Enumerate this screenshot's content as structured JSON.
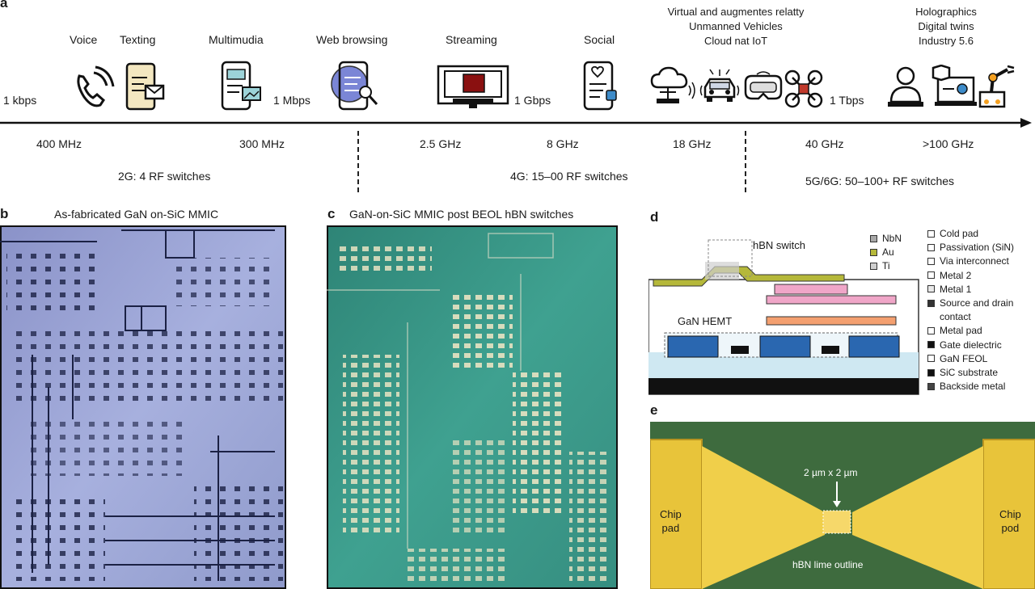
{
  "panel_a": {
    "letter": "a",
    "apps": [
      "Voice",
      "Texting",
      "Multimudia",
      "Web browsing",
      "Streaming",
      "Social"
    ],
    "apps_multiline_1": [
      "Virtual and augmentes relatty",
      "Unmanned Vehicles",
      "Cloud nat IoT"
    ],
    "apps_multiline_2": [
      "Holographics",
      "Digital twins",
      "Industry 5.6"
    ],
    "rates": [
      "1 kbps",
      "1 Mbps",
      "1 Gbps",
      "1 Tbps"
    ],
    "frequencies": [
      "400 MHz",
      "300 MHz",
      "2.5 GHz",
      "8 GHz",
      "18 GHz",
      "40 GHz",
      ">100 GHz"
    ],
    "switch_counts": [
      "2G: 4 RF switches",
      "4G: 15–00 RF switches",
      "5G/6G: 50–100+ RF switches"
    ],
    "icons": [
      "phone-icon",
      "text-message-icon",
      "multimedia-phone-icon",
      "web-browsing-icon",
      "streaming-monitor-icon",
      "social-phone-icon",
      "cloud-iot-icon",
      "vehicle-icon",
      "vr-headset-icon",
      "drone-icon",
      "hologram-person-icon",
      "digital-twin-icon",
      "robot-arm-icon"
    ]
  },
  "panel_b": {
    "letter": "b",
    "title": "As-fabricated GaN on-SiC MMIC"
  },
  "panel_c": {
    "letter": "c",
    "title": "GaN-on-SiC MMIC post BEOL hBN switches"
  },
  "panel_d": {
    "letter": "d",
    "hbn_label": "hBN switch",
    "hemt_label": "GaN HEMT",
    "legend_left": [
      {
        "label": "NbN",
        "color": "#a8a8a8"
      },
      {
        "label": "Au",
        "color": "#b5b83a"
      },
      {
        "label": "Ti",
        "color": "#cfcfcf"
      }
    ],
    "legend_right": [
      {
        "label": "Cold pad",
        "color": "#ffffff"
      },
      {
        "label": "Passivation (SiN)",
        "color": "#ffffff"
      },
      {
        "label": "Via interconnect",
        "color": "#ffffff"
      },
      {
        "label": "Metal 2",
        "color": "#ffffff"
      },
      {
        "label": "Metal 1",
        "color": "#e8e8e8"
      },
      {
        "label": "Source and drain",
        "color": "#333333"
      },
      {
        "label": "contact",
        "color": ""
      },
      {
        "label": "Metal pad",
        "color": "#ffffff"
      },
      {
        "label": "Gate dielectric",
        "color": "#111111"
      },
      {
        "label": "GaN FEOL",
        "color": "#ffffff"
      },
      {
        "label": "SiC substrate",
        "color": "#111111"
      },
      {
        "label": "Backside metal",
        "color": "#444444"
      }
    ]
  },
  "panel_e": {
    "letter": "e",
    "left_pad": [
      "Chip",
      "pad"
    ],
    "right_pad": [
      "Chip",
      "pod"
    ],
    "dimension": "2 µm x 2 µm",
    "outline": "hBN lime outline"
  }
}
